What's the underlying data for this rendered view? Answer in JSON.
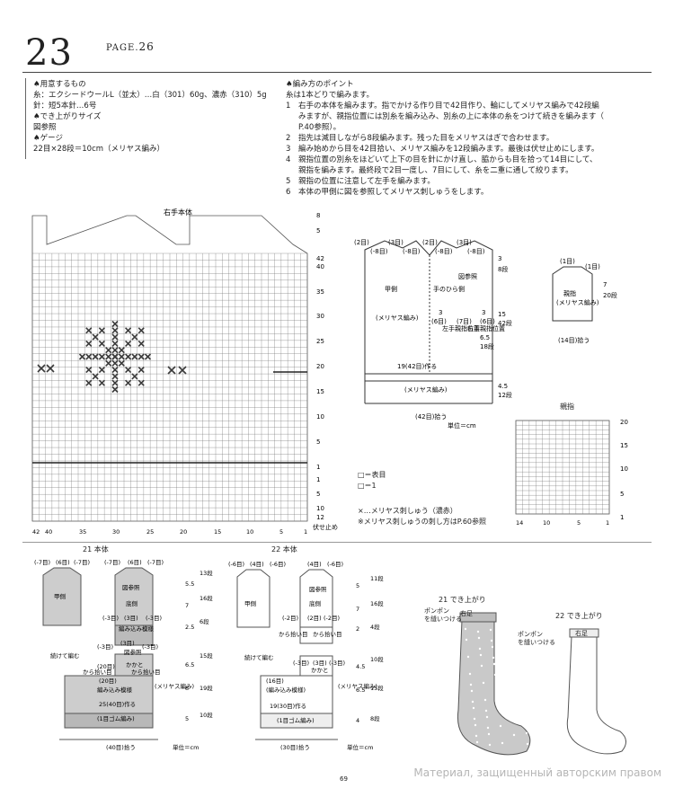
{
  "header": {
    "pattern_number": "23",
    "page_ref_prefix": "PAGE.",
    "page_ref_number": "26"
  },
  "materials": {
    "heading": "用意するもの",
    "yarn": "糸：エクシードウールL（並太）…白（301）60g、濃赤（310）5g",
    "needle": "針：短5本針…6号",
    "size_heading": "でき上がりサイズ",
    "size_value": "図参照",
    "gauge_heading": "ゲージ",
    "gauge_value": "22目×28段＝10cm（メリヤス編み）"
  },
  "points": {
    "heading": "編み方のポイント",
    "intro": "糸は1本どりで編みます。",
    "steps": [
      {
        "n": "1",
        "lines": [
          "右手の本体を編みます。指でかける作り目で42目作り、輪にしてメリヤス編みで42段編",
          "みますが、親指位置には別糸を編み込み、別糸の上に本体の糸をつけて続きを編みます（",
          "P.40参照）。"
        ]
      },
      {
        "n": "2",
        "lines": [
          "指先は減目しながら8段編みます。残った目をメリヤスはぎで合わせます。"
        ]
      },
      {
        "n": "3",
        "lines": [
          "編み始めから目を42目拾い、メリヤス編みを12段編みます。最後は伏せ止めにします。"
        ]
      },
      {
        "n": "4",
        "lines": [
          "親指位置の別糸をほどいて上下の目を針にかけ直し、脇からも目を拾って14目にして、",
          "親指を編みます。最終段で2目一度し、7目にして、糸を二重に通して絞ります。"
        ]
      },
      {
        "n": "5",
        "lines": [
          "親指の位置に注意して左手を編みます。"
        ]
      },
      {
        "n": "6",
        "lines": [
          "本体の甲側に図を参照してメリヤス刺しゅうをします。"
        ]
      }
    ]
  },
  "chart_main": {
    "title": "右手本体",
    "right_labels": [
      "8",
      "5",
      "42",
      "40",
      "35",
      "30",
      "25",
      "20",
      "15",
      "10",
      "5",
      "1",
      "1",
      "5",
      "10",
      "12",
      "伏せ止め"
    ],
    "bottom_labels": [
      "42",
      "40",
      "35",
      "30",
      "25",
      "20",
      "15",
      "10",
      "5",
      "1"
    ]
  },
  "body_diagram": {
    "title": "本体",
    "labels": [
      "(2目)",
      "(3目)",
      "(2目)",
      "(3目)",
      "(-8目)",
      "(-8目)",
      "(-8目)",
      "(-8目)",
      "図参照",
      "甲側",
      "手のひら側",
      "(メリヤス編み)",
      "3",
      "(6目)",
      "(7目)",
      "3",
      "(6目)",
      "左手親指位置",
      "右手親指位置",
      "6.5",
      "18段",
      "19(42目)作る",
      "(メリヤス編み)",
      "4.5",
      "12段",
      "15",
      "42段",
      "3",
      "8段",
      "(42目)拾う",
      "単位＝cm"
    ]
  },
  "thumb_diagram": {
    "labels": [
      "(1目)",
      "(1目)",
      "親指",
      "(メリヤス編み)",
      "7",
      "20段",
      "(14目)拾う"
    ]
  },
  "thumb_chart": {
    "title": "親指",
    "right_labels": [
      "20",
      "15",
      "10",
      "5",
      "1"
    ],
    "bottom_labels": [
      "14",
      "10",
      "5",
      "1"
    ]
  },
  "legend": {
    "items": [
      "□＝表目",
      "□＝1"
    ],
    "embroidery": "×…メリヤス刺しゅう（濃赤）",
    "embroidery_note": "※メリヤス刺しゅうの刺し方はP.60参照"
  },
  "sock21": {
    "title": "21 本体",
    "labels": [
      "(-7目)",
      "(6目)",
      "(-7目)",
      "(-7目)",
      "(6目)",
      "(-7目)",
      "甲側",
      "図参照",
      "底側",
      "(-3目)",
      "(3目)",
      "(-3目)",
      "編み込み模様",
      "(-3目)",
      "(3目)",
      "(-3目)",
      "図参照",
      "続けて編む",
      "かかと",
      "(20目)",
      "から拾い目",
      "から拾い目",
      "(20目)",
      "編み込み模様",
      "25(40目)作る",
      "(1目ゴム編み)",
      "(メリヤス編み)",
      "(40目)拾う",
      "単位＝cm"
    ],
    "dims": [
      "5.5",
      "13段",
      "7",
      "16段",
      "2.5",
      "6段",
      "6.5",
      "15段",
      "8",
      "19段",
      "5",
      "10段"
    ]
  },
  "sock22": {
    "title": "22 本体",
    "labels": [
      "(-6目)",
      "(4目)",
      "(-6目)",
      "(4目)",
      "(-6目)",
      "甲側",
      "図参照",
      "底側",
      "(-2目)",
      "(2目)",
      "(-2目)",
      "から拾い目",
      "から拾い目",
      "続けて編む",
      "(-3目)",
      "(3目)",
      "(-3目)",
      "かかと",
      "(16目)",
      "(編み込み模様)",
      "19(30目)作る",
      "(1目ゴム編み)",
      "(メリヤス編み)",
      "(30目)拾う",
      "単位＝cm"
    ],
    "dims": [
      "5",
      "11段",
      "7",
      "16段",
      "2",
      "4段",
      "4.5",
      "10段",
      "6.5",
      "15段",
      "4",
      "8段"
    ]
  },
  "finished": {
    "title21": "21 でき上がり",
    "pompom21": "ポンポン\nを縫いつける",
    "right21": "右足",
    "title22": "22 でき上がり",
    "pompom22": "ポンポン\nを縫いつける",
    "right22": "右足"
  },
  "footer": {
    "page_number": "69",
    "watermark": "Материал, защищенный авторским правом"
  },
  "colors": {
    "accent_red": "#8c2a2a",
    "grid": "#555555",
    "sock_fill": "#c9c9c9"
  }
}
